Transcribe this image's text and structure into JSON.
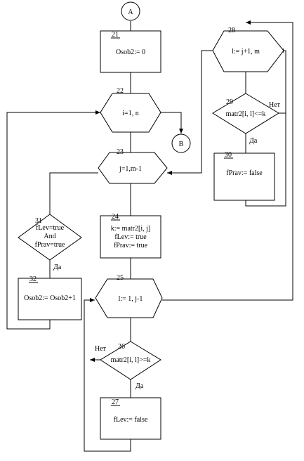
{
  "connectors": {
    "start": "A",
    "exit": "B"
  },
  "blocks": {
    "b21": {
      "num": "21",
      "text": "Osob2:= 0"
    },
    "b22": {
      "num": "22",
      "text": "i=1, n"
    },
    "b23": {
      "num": "23",
      "text": "j=1,m-1"
    },
    "b24": {
      "num": "24",
      "lines": [
        "k:= matr2[i, j]",
        "fLev:= true",
        "fPrav:= true"
      ]
    },
    "b25": {
      "num": "25",
      "text": "l:= 1, j-1"
    },
    "b26": {
      "num": "26",
      "text": "matr2[i, l]>=k",
      "no": "Нет",
      "yes": "Да"
    },
    "b27": {
      "num": "27",
      "text": "fLev:= false"
    },
    "b28": {
      "num": "28",
      "text": "l:= j+1, m"
    },
    "b29": {
      "num": "29",
      "text": "matr2[i, l]<=k",
      "no": "Нет",
      "yes": "Да"
    },
    "b30": {
      "num": "30",
      "text": "fPrav:= false"
    },
    "b31": {
      "num": "31",
      "lines": [
        "fLev=true",
        "And",
        "fPrav=true"
      ],
      "yes": "Да"
    },
    "b32": {
      "num": "32",
      "text": "Osob2:= Osob2+1"
    }
  }
}
